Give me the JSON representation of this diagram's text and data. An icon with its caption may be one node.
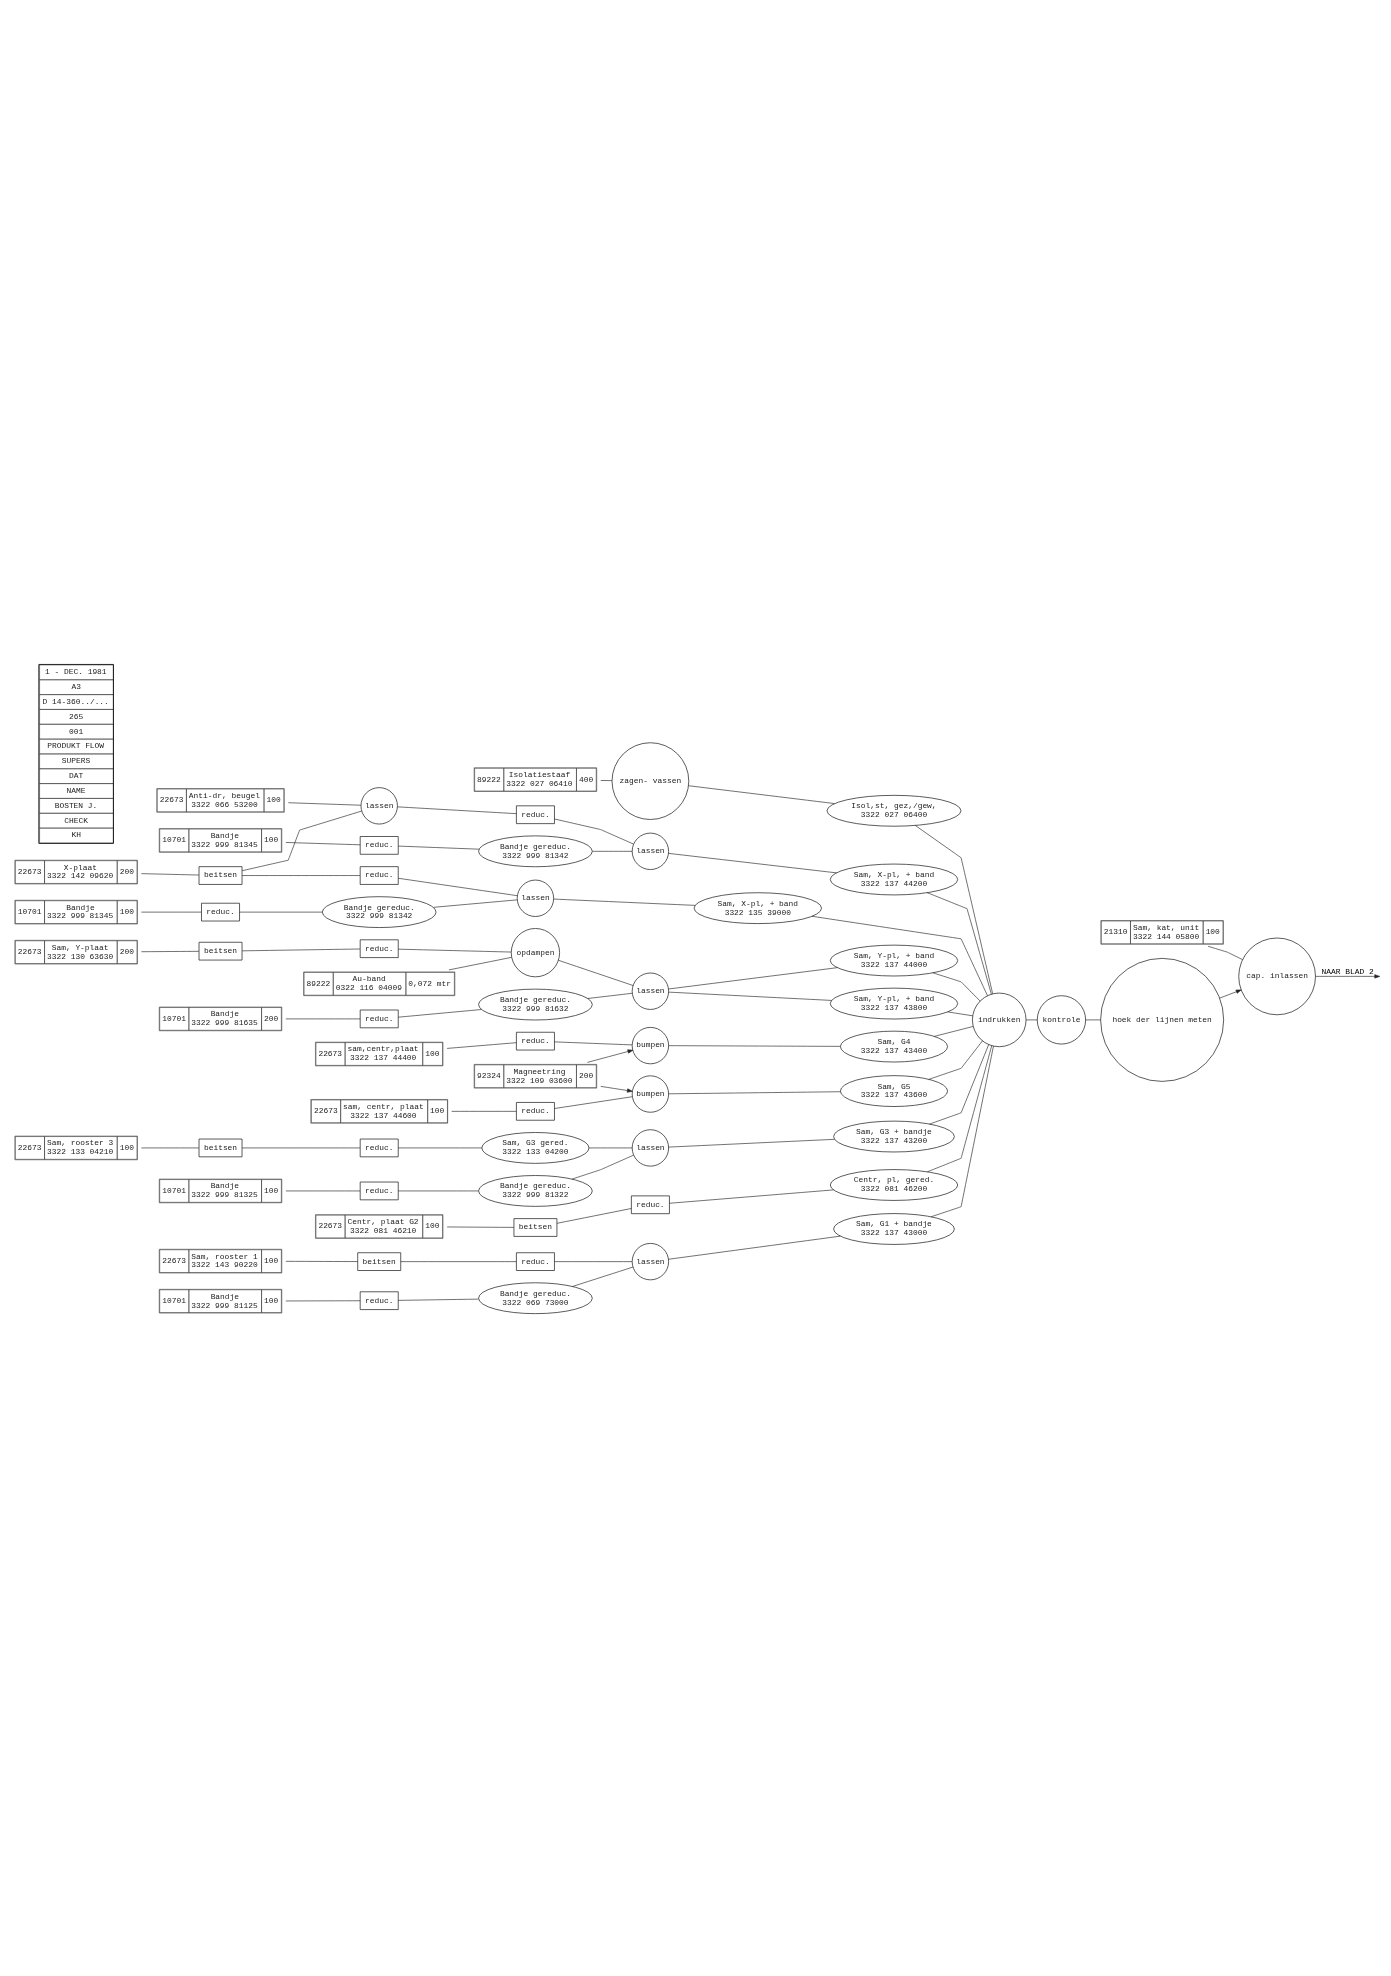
{
  "diagram": {
    "nodes": [
      {
        "text": [
          "21310",
          "Sam, kat, unit",
          "3322 144 05800",
          "100"
        ]
      },
      {
        "text": [
          "89222",
          "Isolatiestaaf",
          "3322 027 06410",
          "400"
        ]
      },
      {
        "text": [
          "zagen- vassen"
        ]
      },
      {
        "text": [
          "Isol,st, gez,/gew,",
          "3322 027 06400"
        ]
      },
      {
        "text": [
          "10701",
          "Bandje",
          "3322 999 81345",
          "100"
        ]
      },
      {
        "text": [
          "reduc."
        ]
      },
      {
        "text": [
          "Bandje gereduc.",
          "3322 999 81342"
        ]
      },
      {
        "text": [
          "22673",
          "Anti-dr, beugel",
          "3322 066 53200",
          "100"
        ]
      },
      {
        "text": [
          "lassen"
        ]
      },
      {
        "text": [
          "reduc."
        ]
      },
      {
        "text": [
          "lassen"
        ]
      },
      {
        "text": [
          "Sam, X-pl, + band",
          "3322 137 44200"
        ]
      },
      {
        "text": [
          "22673",
          "X-plaat",
          "3322 142 09620",
          "200"
        ]
      },
      {
        "text": [
          "beitsen"
        ]
      },
      {
        "text": [
          "reduc."
        ]
      },
      {
        "text": [
          "lassen"
        ]
      },
      {
        "text": [
          "Sam, X-pl, + band",
          "3322 135 39000"
        ]
      },
      {
        "text": [
          "10701",
          "Bandje",
          "3322 999 81345",
          "100"
        ]
      },
      {
        "text": [
          "reduc."
        ]
      },
      {
        "text": [
          "Bandje gereduc.",
          "3322 999 81342"
        ]
      },
      {
        "text": [
          "10701",
          "Bandje",
          "3322 999 81635",
          "200"
        ]
      },
      {
        "text": [
          "reduc."
        ]
      },
      {
        "text": [
          "Bandje gereduc.",
          "3322 999 81632"
        ]
      },
      {
        "text": [
          "lassen"
        ]
      },
      {
        "text": [
          "Sam, Y-pl, + band",
          "3322 137 44000"
        ]
      },
      {
        "text": [
          "89222",
          "Au-band",
          "0322 116 04009",
          "0,072 mtr"
        ]
      },
      {
        "text": [
          "opdampen"
        ]
      },
      {
        "text": [
          "Sam, Y-pl, + band",
          "3322 137 43800"
        ]
      },
      {
        "text": [
          "22673",
          "Sam, Y-plaat",
          "3322 130 63630",
          "200"
        ]
      },
      {
        "text": [
          "beitsen"
        ]
      },
      {
        "text": [
          "reduc."
        ]
      },
      {
        "text": [
          "92324",
          "Magneetring",
          "3322 109 03600",
          "200"
        ]
      },
      {
        "text": [
          "bumpen"
        ]
      },
      {
        "text": [
          "Sam, G5",
          "3322 137 43600"
        ]
      },
      {
        "text": [
          "22673",
          "sam, centr, plaat",
          "3322 137 44600",
          "100"
        ]
      },
      {
        "text": [
          "reduc."
        ]
      },
      {
        "text": [
          "22673",
          "sam,centr,plaat",
          "3322 137 44400",
          "100"
        ]
      },
      {
        "text": [
          "reduc."
        ]
      },
      {
        "text": [
          "bumpen"
        ]
      },
      {
        "text": [
          "Sam, G4",
          "3322 137 43400"
        ]
      },
      {
        "text": [
          "10701",
          "Bandje",
          "3322 999 81325",
          "100"
        ]
      },
      {
        "text": [
          "reduc."
        ]
      },
      {
        "text": [
          "Bandje gereduc.",
          "3322 999 81322"
        ]
      },
      {
        "text": [
          "lassen"
        ]
      },
      {
        "text": [
          "Sam, G3 + bandje",
          "3322 137 43200"
        ]
      },
      {
        "text": [
          "22673",
          "Sam, rooster 3",
          "3322 133 04210",
          "100"
        ]
      },
      {
        "text": [
          "beitsen"
        ]
      },
      {
        "text": [
          "reduc."
        ]
      },
      {
        "text": [
          "Sam, G3 gered.",
          "3322 133 04200"
        ]
      },
      {
        "text": [
          "22673",
          "Centr, plaat G2",
          "3322 081 46210",
          "100"
        ]
      },
      {
        "text": [
          "beitsen"
        ]
      },
      {
        "text": [
          "reduc."
        ]
      },
      {
        "text": [
          "Centr, pl, gered.",
          "3322 081 46200"
        ]
      },
      {
        "text": [
          "10701",
          "Bandje",
          "3322 999 81125",
          "100"
        ]
      },
      {
        "text": [
          "reduc."
        ]
      },
      {
        "text": [
          "Bandje gereduc.",
          "3322 069 73000"
        ]
      },
      {
        "text": [
          "lassen"
        ]
      },
      {
        "text": [
          "Sam, G1 + bandje",
          "3322 137 43000"
        ]
      },
      {
        "text": [
          "22673",
          "Sam, rooster 1",
          "3322 143 90220",
          "100"
        ]
      },
      {
        "text": [
          "beitsen"
        ]
      },
      {
        "text": [
          "reduc."
        ]
      },
      {
        "text": [
          "indrukken"
        ]
      },
      {
        "text": [
          "kontrole"
        ]
      },
      {
        "text": [
          "hoek der lijnen meten"
        ]
      },
      {
        "text": [
          "cap. inlassen"
        ]
      }
    ],
    "edges": [
      {
        "from": 0,
        "to": 64,
        "arrow": "none"
      },
      {
        "from": 1,
        "to": 2,
        "arrow": "none"
      },
      {
        "from": 2,
        "to": 3,
        "arrow": "none"
      },
      {
        "from": 3,
        "to": 61,
        "arrow": "none"
      },
      {
        "from": 4,
        "to": 5,
        "arrow": "none"
      },
      {
        "from": 5,
        "to": 6,
        "arrow": "none"
      },
      {
        "from": 6,
        "to": 10,
        "arrow": "none"
      },
      {
        "from": 7,
        "to": 8,
        "arrow": "none"
      },
      {
        "from": 13,
        "to": 8,
        "arrow": "none"
      },
      {
        "from": 8,
        "to": 9,
        "arrow": "none"
      },
      {
        "from": 9,
        "to": 10,
        "arrow": "none"
      },
      {
        "from": 10,
        "to": 11,
        "arrow": "none"
      },
      {
        "from": 11,
        "to": 61,
        "arrow": "none"
      },
      {
        "from": 12,
        "to": 13,
        "arrow": "none"
      },
      {
        "from": 13,
        "to": 14,
        "arrow": "none"
      },
      {
        "from": 14,
        "to": 15,
        "arrow": "none"
      },
      {
        "from": 17,
        "to": 18,
        "arrow": "none"
      },
      {
        "from": 18,
        "to": 19,
        "arrow": "none"
      },
      {
        "from": 19,
        "to": 15,
        "arrow": "none"
      },
      {
        "from": 15,
        "to": 16,
        "arrow": "none"
      },
      {
        "from": 16,
        "to": 61,
        "arrow": "none"
      },
      {
        "from": 20,
        "to": 21,
        "arrow": "none"
      },
      {
        "from": 21,
        "to": 22,
        "arrow": "none"
      },
      {
        "from": 22,
        "to": 23,
        "arrow": "none"
      },
      {
        "from": 25,
        "to": 26,
        "arrow": "none"
      },
      {
        "from": 28,
        "to": 29,
        "arrow": "none"
      },
      {
        "from": 29,
        "to": 30,
        "arrow": "none"
      },
      {
        "from": 30,
        "to": 26,
        "arrow": "none"
      },
      {
        "from": 26,
        "to": 23,
        "arrow": "none"
      },
      {
        "from": 23,
        "to": 24,
        "arrow": "none"
      },
      {
        "from": 23,
        "to": 27,
        "arrow": "none"
      },
      {
        "from": 24,
        "to": 61,
        "arrow": "none"
      },
      {
        "from": 27,
        "to": 61,
        "arrow": "none"
      },
      {
        "from": 31,
        "to": 32,
        "arrow": "to"
      },
      {
        "from": 31,
        "to": 38,
        "arrow": "to"
      },
      {
        "from": 34,
        "to": 35,
        "arrow": "none"
      },
      {
        "from": 35,
        "to": 32,
        "arrow": "none"
      },
      {
        "from": 32,
        "to": 33,
        "arrow": "none"
      },
      {
        "from": 33,
        "to": 61,
        "arrow": "none"
      },
      {
        "from": 36,
        "to": 37,
        "arrow": "none"
      },
      {
        "from": 37,
        "to": 38,
        "arrow": "none"
      },
      {
        "from": 38,
        "to": 39,
        "arrow": "none"
      },
      {
        "from": 39,
        "to": 61,
        "arrow": "none"
      },
      {
        "from": 40,
        "to": 41,
        "arrow": "none"
      },
      {
        "from": 41,
        "to": 42,
        "arrow": "none"
      },
      {
        "from": 42,
        "to": 43,
        "arrow": "none"
      },
      {
        "from": 45,
        "to": 46,
        "arrow": "none"
      },
      {
        "from": 46,
        "to": 47,
        "arrow": "none"
      },
      {
        "from": 47,
        "to": 48,
        "arrow": "none"
      },
      {
        "from": 48,
        "to": 43,
        "arrow": "none"
      },
      {
        "from": 43,
        "to": 44,
        "arrow": "none"
      },
      {
        "from": 44,
        "to": 61,
        "arrow": "none"
      },
      {
        "from": 49,
        "to": 50,
        "arrow": "none"
      },
      {
        "from": 50,
        "to": 51,
        "arrow": "none"
      },
      {
        "from": 51,
        "to": 52,
        "arrow": "none"
      },
      {
        "from": 52,
        "to": 61,
        "arrow": "none"
      },
      {
        "from": 53,
        "to": 54,
        "arrow": "none"
      },
      {
        "from": 54,
        "to": 55,
        "arrow": "none"
      },
      {
        "from": 55,
        "to": 56,
        "arrow": "none"
      },
      {
        "from": 58,
        "to": 59,
        "arrow": "none"
      },
      {
        "from": 59,
        "to": 60,
        "arrow": "none"
      },
      {
        "from": 60,
        "to": 56,
        "arrow": "none"
      },
      {
        "from": 56,
        "to": 57,
        "arrow": "none"
      },
      {
        "from": 57,
        "to": 61,
        "arrow": "none"
      },
      {
        "from": 61,
        "to": 62,
        "arrow": "none"
      },
      {
        "from": 62,
        "to": 63,
        "arrow": "none"
      },
      {
        "from": 63,
        "to": 64,
        "arrow": "to"
      },
      {
        "from": 64,
        "to": null,
        "arrow": "to",
        "label": "NAAR BLAD 2"
      }
    ],
    "labels": [
      "1 - DEC. 1981",
      "A3",
      "D 14-360../...",
      "265",
      "001",
      "PRODUKT FLOW",
      "SUPERS",
      "DAT",
      "NAME",
      "BOSTEN J.",
      "CHECK",
      "KH"
    ]
  }
}
